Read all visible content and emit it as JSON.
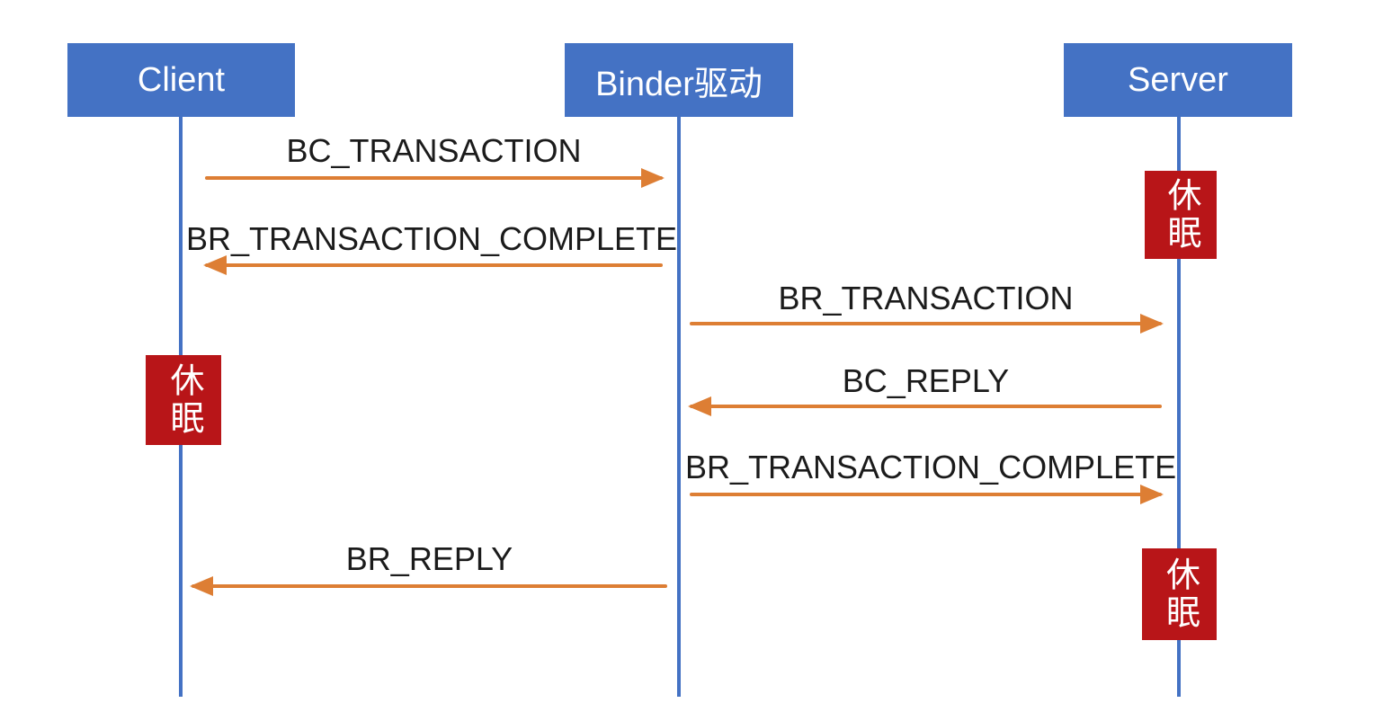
{
  "diagram_type": "sequence",
  "actors": [
    {
      "id": "client",
      "label": "Client"
    },
    {
      "id": "binder",
      "label": "Binder驱动"
    },
    {
      "id": "server",
      "label": "Server"
    }
  ],
  "messages": [
    {
      "label": "BC_TRANSACTION",
      "from": "Client",
      "to": "Binder驱动",
      "direction": "right"
    },
    {
      "label": "BR_TRANSACTION_COMPLETE",
      "from": "Binder驱动",
      "to": "Client",
      "direction": "left"
    },
    {
      "label": "BR_TRANSACTION",
      "from": "Binder驱动",
      "to": "Server",
      "direction": "right"
    },
    {
      "label": "BC_REPLY",
      "from": "Server",
      "to": "Binder驱动",
      "direction": "left"
    },
    {
      "label": "BR_TRANSACTION_COMPLETE",
      "from": "Binder驱动",
      "to": "Server",
      "direction": "right"
    },
    {
      "label": "BR_REPLY",
      "from": "Binder驱动",
      "to": "Client",
      "direction": "left"
    }
  ],
  "sleep_markers": [
    {
      "label": "休眠",
      "lifeline": "Server",
      "position": "top"
    },
    {
      "label": "休眠",
      "lifeline": "Client",
      "position": "middle"
    },
    {
      "label": "休眠",
      "lifeline": "Server",
      "position": "bottom"
    }
  ],
  "colors": {
    "actor_fill": "#4472C4",
    "actor_text": "#FFFFFF",
    "lifeline": "#4472C4",
    "arrow": "#DD7E34",
    "sleep_fill": "#B81518",
    "sleep_text": "#FFFFFF",
    "label_text": "#1B1B1B",
    "canvas_bg": "#FFFFFF"
  }
}
